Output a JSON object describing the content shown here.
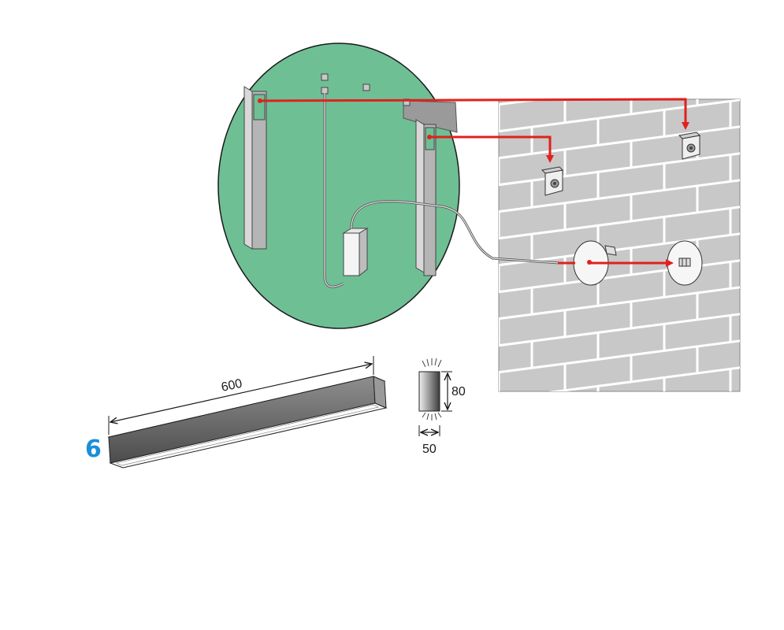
{
  "step": {
    "number": "6"
  },
  "dimensions": {
    "length": "600",
    "height": "80",
    "depth": "50"
  },
  "colors": {
    "step_number": "#1a8fd8",
    "arrow": "#e0211d",
    "mount_plate": "#6fbf95",
    "wall": "#c8c8c8",
    "brick_line": "#ffffff",
    "fixture_dark": "#5a5a5a",
    "fixture_light": "#9a9a9a"
  },
  "icons": {
    "wall": "brick-wall-icon",
    "bracket": "mounting-clip-icon",
    "junction": "junction-box-icon",
    "driver": "led-driver-icon"
  }
}
